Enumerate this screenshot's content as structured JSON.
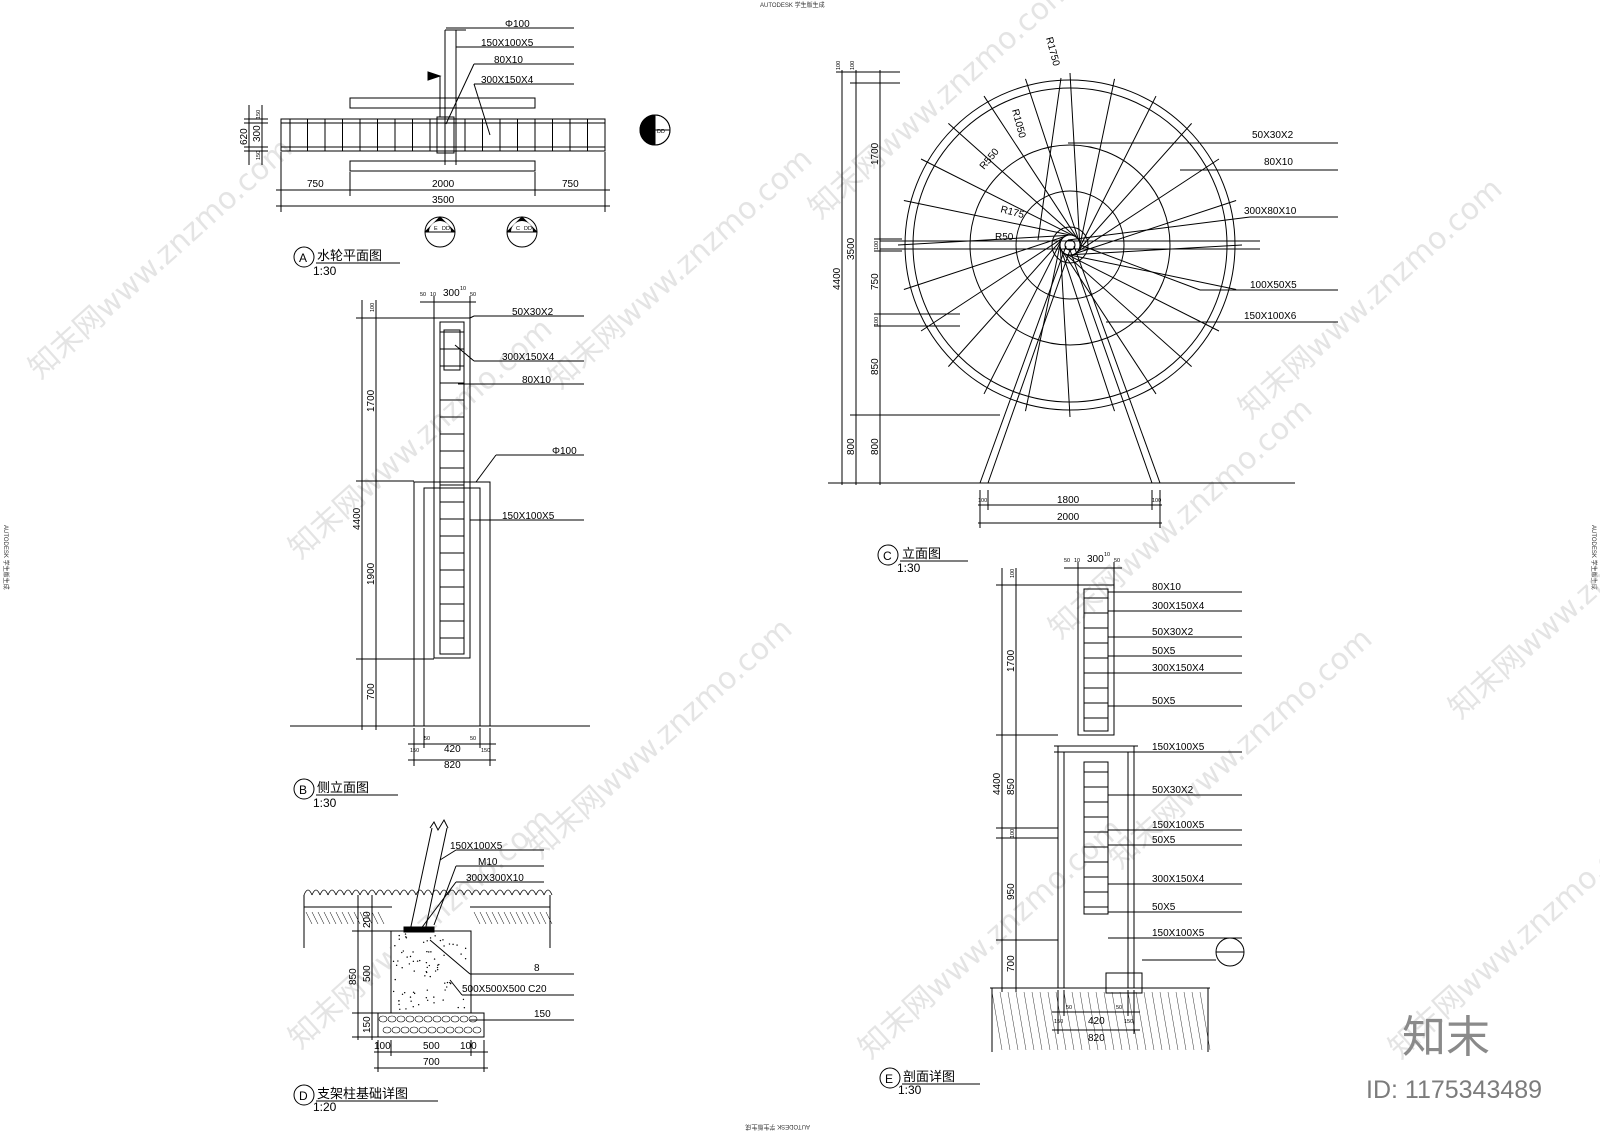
{
  "header_notes": {
    "top": "AUTODESK 学生版生成",
    "bottom": "AUTODESK 学生版生成",
    "left": "AUTODESK 学生版生成",
    "right": "AUTODESK 学生版生成"
  },
  "views": {
    "A": {
      "letter": "A",
      "title": "水轮平面图",
      "scale": "1:30",
      "callouts": [
        "Φ100",
        "150X100X5",
        "80X10",
        "300X150X4"
      ],
      "dims_bottom": [
        "750",
        "2000",
        "750"
      ],
      "dim_total": "3500",
      "dims_left": [
        "620",
        "300",
        "150",
        "150"
      ],
      "section_marks": [
        {
          "letter": "B",
          "ref": "DD"
        },
        {
          "letter": "E",
          "ref": "DD"
        },
        {
          "letter": "C",
          "ref": "DD"
        }
      ]
    },
    "B": {
      "letter": "B",
      "title": "侧立面图",
      "scale": "1:30",
      "callouts": [
        "50X30X2",
        "300X150X4",
        "80X10",
        "Φ100",
        "150X100X5"
      ],
      "dims_top": [
        "50",
        "10",
        "300",
        "10",
        "50"
      ],
      "dims_left": [
        "100",
        "1700",
        "1900",
        "700"
      ],
      "dim_total": "4400",
      "dims_bottom": [
        "50",
        "50",
        "150",
        "420",
        "150"
      ],
      "dim_bottom_total": "820"
    },
    "C": {
      "letter": "C",
      "title": "立面图",
      "scale": "1:30",
      "radii": [
        "R1750",
        "R1050",
        "R550",
        "R175",
        "R50"
      ],
      "callouts": [
        "50X30X2",
        "80X10",
        "300X80X10",
        "100X50X5",
        "150X100X6"
      ],
      "dims_left_inner": [
        "100",
        "1700",
        "100",
        "750",
        "100",
        "850",
        "800"
      ],
      "dims_left_outer": [
        "100",
        "3500",
        "4400",
        "800"
      ],
      "dims_bottom": [
        "100",
        "1800",
        "100"
      ],
      "dim_bottom_total": "2000"
    },
    "D": {
      "letter": "D",
      "title": "支架柱基础详图",
      "scale": "1:20",
      "callouts": [
        "150X100X5",
        "M10",
        "300X300X10",
        "8",
        "500X500X500 C20",
        "150"
      ],
      "dims_left": [
        "200",
        "850",
        "500",
        "150"
      ],
      "dims_bottom": [
        "100",
        "500",
        "100"
      ],
      "dim_bottom_total": "700"
    },
    "E": {
      "letter": "E",
      "title": "剖面详图",
      "scale": "1:30",
      "callouts": [
        "80X10",
        "300X150X4",
        "50X30X2",
        "50X5",
        "300X150X4",
        "50X5",
        "150X100X5",
        "50X30X2",
        "150X100X5",
        "50X5",
        "300X150X4",
        "50X5",
        "150X100X5"
      ],
      "dims_top": [
        "50",
        "10",
        "300",
        "10",
        "50"
      ],
      "dims_left": [
        "100",
        "1700",
        "850",
        "100",
        "950",
        "700"
      ],
      "dim_total": "4400",
      "dims_bottom": [
        "50",
        "50",
        "150",
        "420",
        "150"
      ],
      "dim_bottom_total": "820"
    }
  },
  "watermarks": [
    "知末网www.znzmo.com"
  ],
  "brand": {
    "logo_text": "知末",
    "id_text": "ID: 1175343489"
  }
}
